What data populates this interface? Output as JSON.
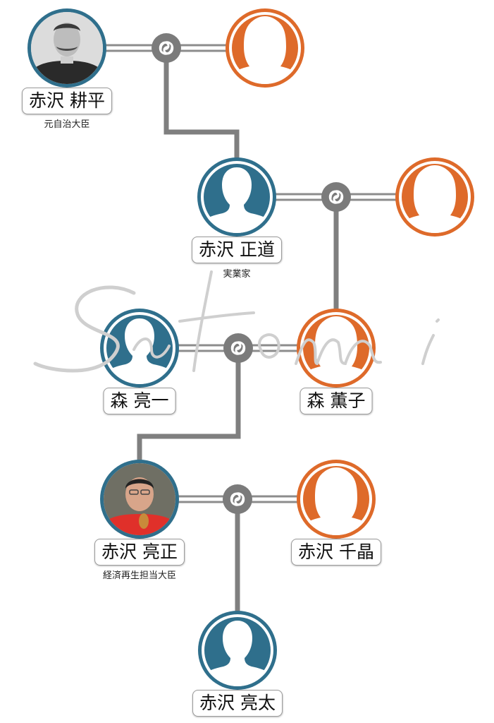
{
  "colors": {
    "male": "#2f6f8c",
    "female": "#de6a2a",
    "line": "#7f7f7f",
    "knot": "#7b7b7b"
  },
  "icons": {
    "male": "male-silhouette-icon",
    "female": "female-silhouette-icon",
    "marriage": "marriage-knot-icon"
  },
  "people": {
    "kohei": {
      "name": "赤沢 耕平",
      "role": "元自治大臣",
      "gender": "male",
      "photo": "portrait-photo"
    },
    "kohei_wife": {
      "gender": "female"
    },
    "masamichi": {
      "name": "赤沢 正道",
      "role": "実業家",
      "gender": "male"
    },
    "masamichi_wife": {
      "gender": "female"
    },
    "ryoichi": {
      "name": "森 亮一",
      "gender": "male"
    },
    "kaoruko": {
      "name": "森 薫子",
      "gender": "female"
    },
    "ryosei": {
      "name": "赤沢 亮正",
      "role": "経済再生担当大臣",
      "gender": "male",
      "photo": "portrait-photo"
    },
    "chiaki": {
      "name": "赤沢 千晶",
      "gender": "female"
    },
    "ryota": {
      "name": "赤沢 亮太",
      "gender": "male"
    }
  },
  "watermark": {
    "text": "Satomi"
  }
}
